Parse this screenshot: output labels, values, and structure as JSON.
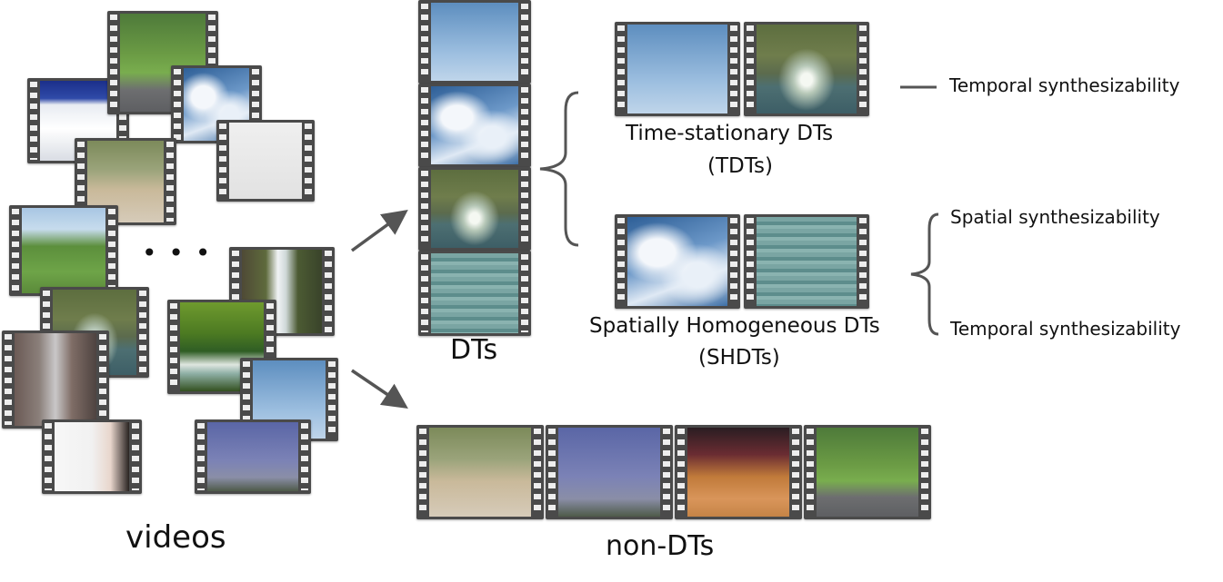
{
  "labels": {
    "videos": "videos",
    "dts": "DTs",
    "non_dts": "non-DTs",
    "ellipsis": "• • •",
    "tdt_line1": "Time-stationary DTs",
    "tdt_line2": "(TDTs)",
    "shdt_line1": "Spatially Homogeneous DTs",
    "shdt_line2": "(SHDTs)",
    "tdt_property": "Temporal synthesizability",
    "shdt_property_1": "Spatial synthesizability",
    "shdt_property_2": "Temporal synthesizability"
  },
  "colors": {
    "film_strip": "#4a4a4a",
    "arrow": "#555555",
    "text": "#111111"
  }
}
